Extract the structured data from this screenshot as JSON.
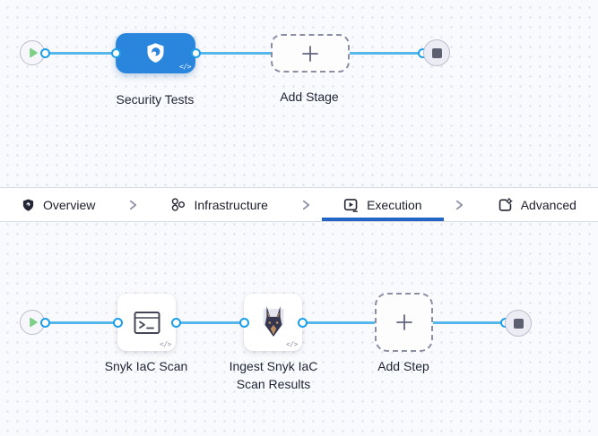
{
  "stage_flow": {
    "stage": {
      "label": "Security Tests",
      "icon": "security-shield-icon",
      "code_glyph": "</>"
    },
    "add_stage": {
      "label": "Add Stage",
      "icon": "plus-icon"
    }
  },
  "tab_bar": {
    "tabs": [
      {
        "label": "Overview",
        "icon": "shield-icon",
        "active": false
      },
      {
        "label": "Infrastructure",
        "icon": "infrastructure-icon",
        "active": false
      },
      {
        "label": "Execution",
        "icon": "execution-icon",
        "active": true
      },
      {
        "label": "Advanced",
        "icon": "advanced-icon",
        "active": false
      }
    ]
  },
  "step_flow": {
    "steps": [
      {
        "label": "Snyk IaC Scan",
        "icon": "terminal-icon",
        "code_glyph": "</>"
      },
      {
        "label": "Ingest Snyk IaC Scan Results",
        "icon": "snyk-dog-icon",
        "code_glyph": "</>"
      }
    ],
    "add_step": {
      "label": "Add Step",
      "icon": "plus-icon"
    }
  },
  "colors": {
    "stage_blue": "#2a86dc",
    "connector_blue": "#58b7ea",
    "connector_ring_blue": "#1d9ee9",
    "active_tab_underline": "#2265c4",
    "play_green": "#7dd087",
    "stop_slate": "#5d6070",
    "canvas_bg": "#f9fafd"
  }
}
